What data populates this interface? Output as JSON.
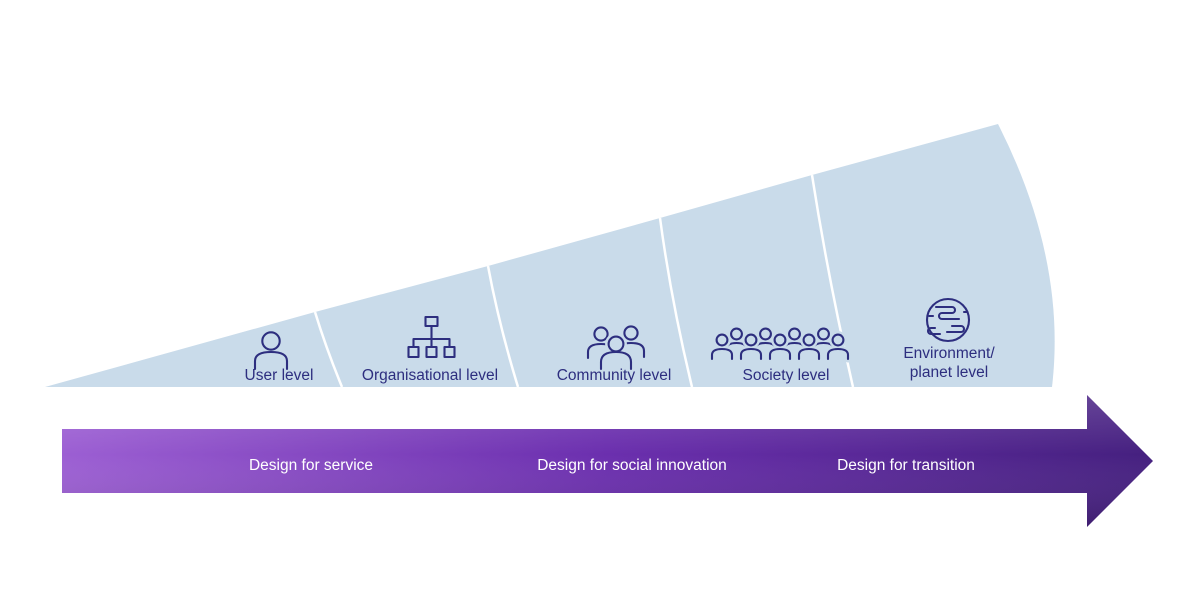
{
  "diagram": {
    "fan": {
      "fill_color": "#c9dbea",
      "divider_color": "#ffffff",
      "ink_color": "#2d2e7f",
      "segments": [
        {
          "label": "User level",
          "icon": "person-icon"
        },
        {
          "label": "Organisational level",
          "icon": "org-chart-icon"
        },
        {
          "label": "Community level",
          "icon": "people-group-icon"
        },
        {
          "label": "Society level",
          "icon": "crowd-icon"
        },
        {
          "label_line1": "Environment/",
          "label_line2": "planet level",
          "icon": "globe-icon"
        }
      ]
    },
    "arrow": {
      "labels": [
        "Design for service",
        "Design for social innovation",
        "Design for transition"
      ],
      "gradient_start": "#9c5fd3",
      "gradient_mid": "#6b2fae",
      "gradient_end": "#45207f",
      "text_color": "#ffffff"
    }
  }
}
